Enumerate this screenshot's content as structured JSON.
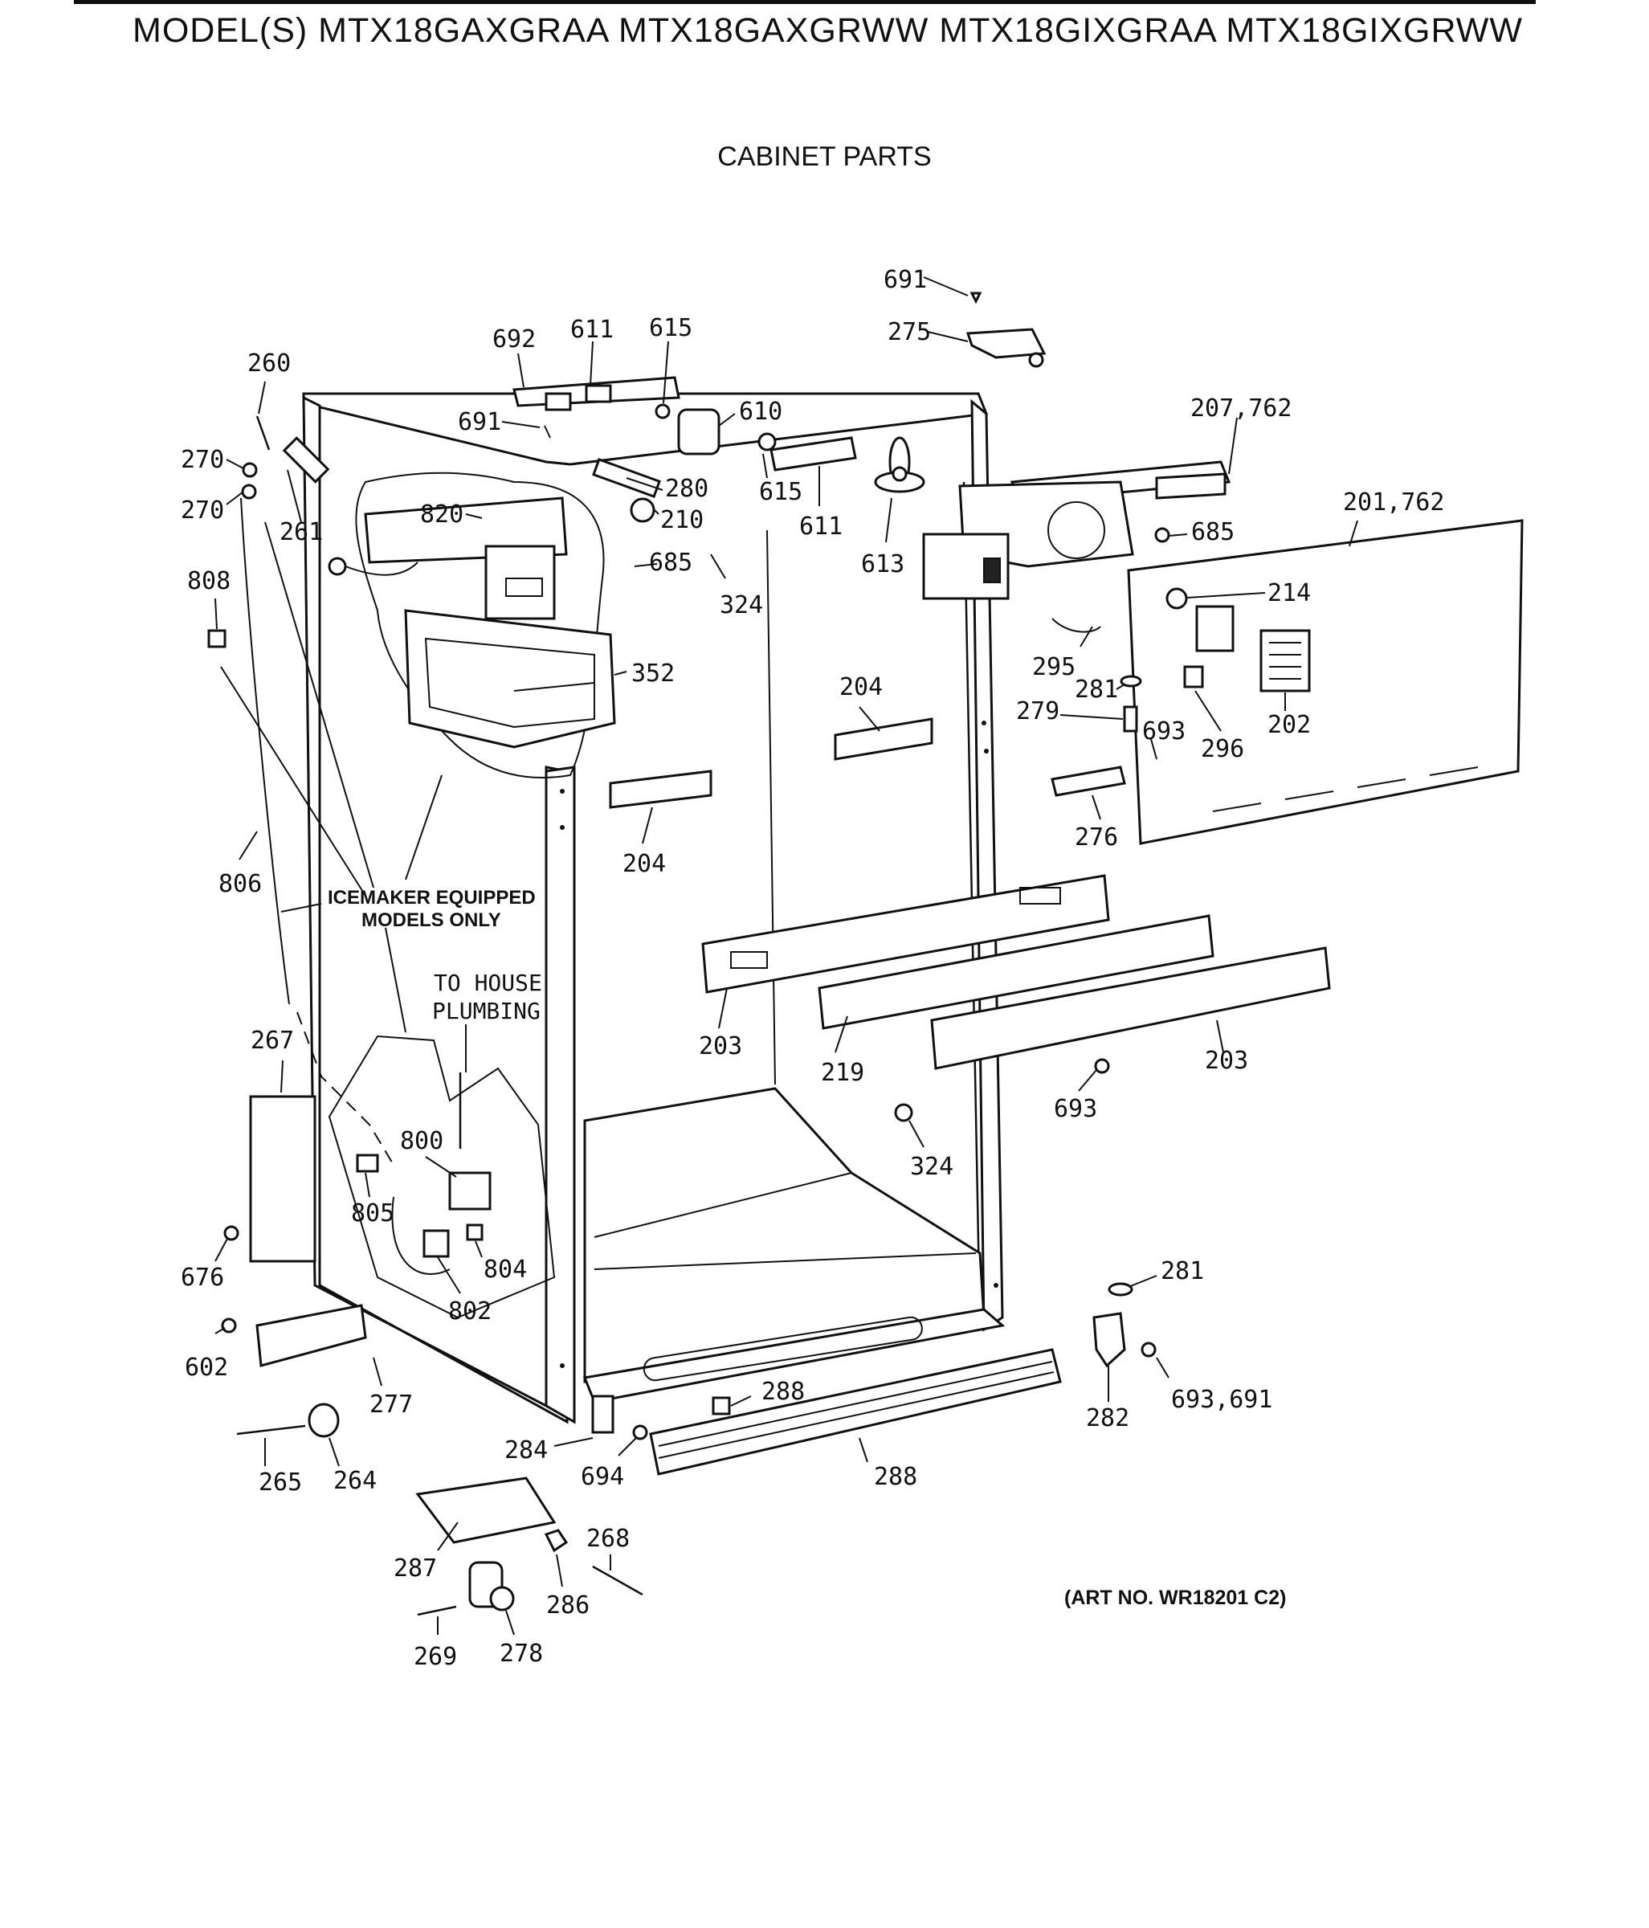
{
  "header": {
    "title": "MODEL(S) MTX18GAXGRAA  MTX18GAXGRWW  MTX18GIXGRAA  MTX18GIXGRWW"
  },
  "section_title": "CABINET PARTS",
  "art_number": "(ART NO. WR18201 C2)",
  "notes": {
    "icemaker": [
      "ICEMAKER EQUIPPED",
      "MODELS ONLY"
    ],
    "plumbing": [
      "TO HOUSE",
      "PLUMBING"
    ]
  },
  "callouts": {
    "c691_top": "691",
    "c275": "275",
    "c692": "692",
    "c611_top": "611",
    "c615_top": "615",
    "c260": "260",
    "c610": "610",
    "c207": "207,762",
    "c691_mid": "691",
    "c270_a": "270",
    "c270_b": "270",
    "c280": "280",
    "c615_mid": "615",
    "c820": "820",
    "c210": "210",
    "c611_mid": "611",
    "c261": "261",
    "c685_left": "685",
    "c613": "613",
    "c685_right": "685",
    "c201": "201,762",
    "c324_top": "324",
    "c808": "808",
    "c214": "214",
    "c352": "352",
    "c295": "295",
    "c204_right": "204",
    "c281_top": "281",
    "c279": "279",
    "c693_top": "693",
    "c202": "202",
    "c296": "296",
    "c204_left": "204",
    "c276": "276",
    "c806": "806",
    "c203_left": "203",
    "c219": "219",
    "c203_right": "203",
    "c267": "267",
    "c693_mid": "693",
    "c324_mid": "324",
    "c800": "800",
    "c805": "805",
    "c804": "804",
    "c676": "676",
    "c802": "802",
    "c281_bottom": "281",
    "c602": "602",
    "c288_top": "288",
    "c277": "277",
    "c282": "282",
    "c693_691": "693,691",
    "c284": "284",
    "c265": "265",
    "c264": "264",
    "c694": "694",
    "c288_bottom": "288",
    "c268": "268",
    "c287": "287",
    "c286": "286",
    "c269": "269",
    "c278": "278"
  }
}
